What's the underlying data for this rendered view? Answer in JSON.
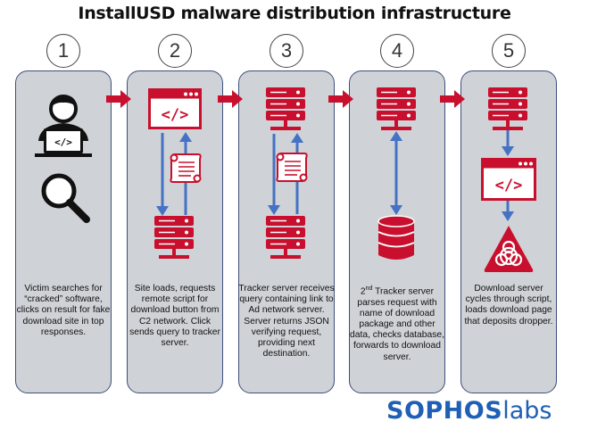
{
  "title": "InstallUSD malware distribution infrastructure",
  "steps": [
    {
      "number": "1",
      "text": "Victim searches for “cracked” software, clicks on result for fake download site in top responses."
    },
    {
      "number": "2",
      "text": "Site loads, requests remote script for download button from C2 network. Click sends query to tracker server."
    },
    {
      "number": "3",
      "text": "Tracker server receives query containing link to Ad network server. Server returns JSON verifying request, providing next destination."
    },
    {
      "number": "4",
      "text_sup": "nd",
      "text_prefix": "2",
      "text": " Tracker server parses request with name of download package and other data, checks database, forwards to download server."
    },
    {
      "number": "5",
      "text": "Download server cycles through script, loads download page that deposits dropper."
    }
  ],
  "logo": {
    "part1": "SOPHOS",
    "part2": "labs"
  },
  "colors": {
    "red": "#c8102e",
    "blue": "#4472c4",
    "panel": "#cfd2d6",
    "border": "#3e4f7a",
    "logo": "#1f5fb5"
  },
  "icons": [
    "user-laptop-icon",
    "magnifier-icon",
    "code-window-icon",
    "server-icon",
    "script-scroll-icon",
    "database-icon",
    "biohazard-icon"
  ]
}
